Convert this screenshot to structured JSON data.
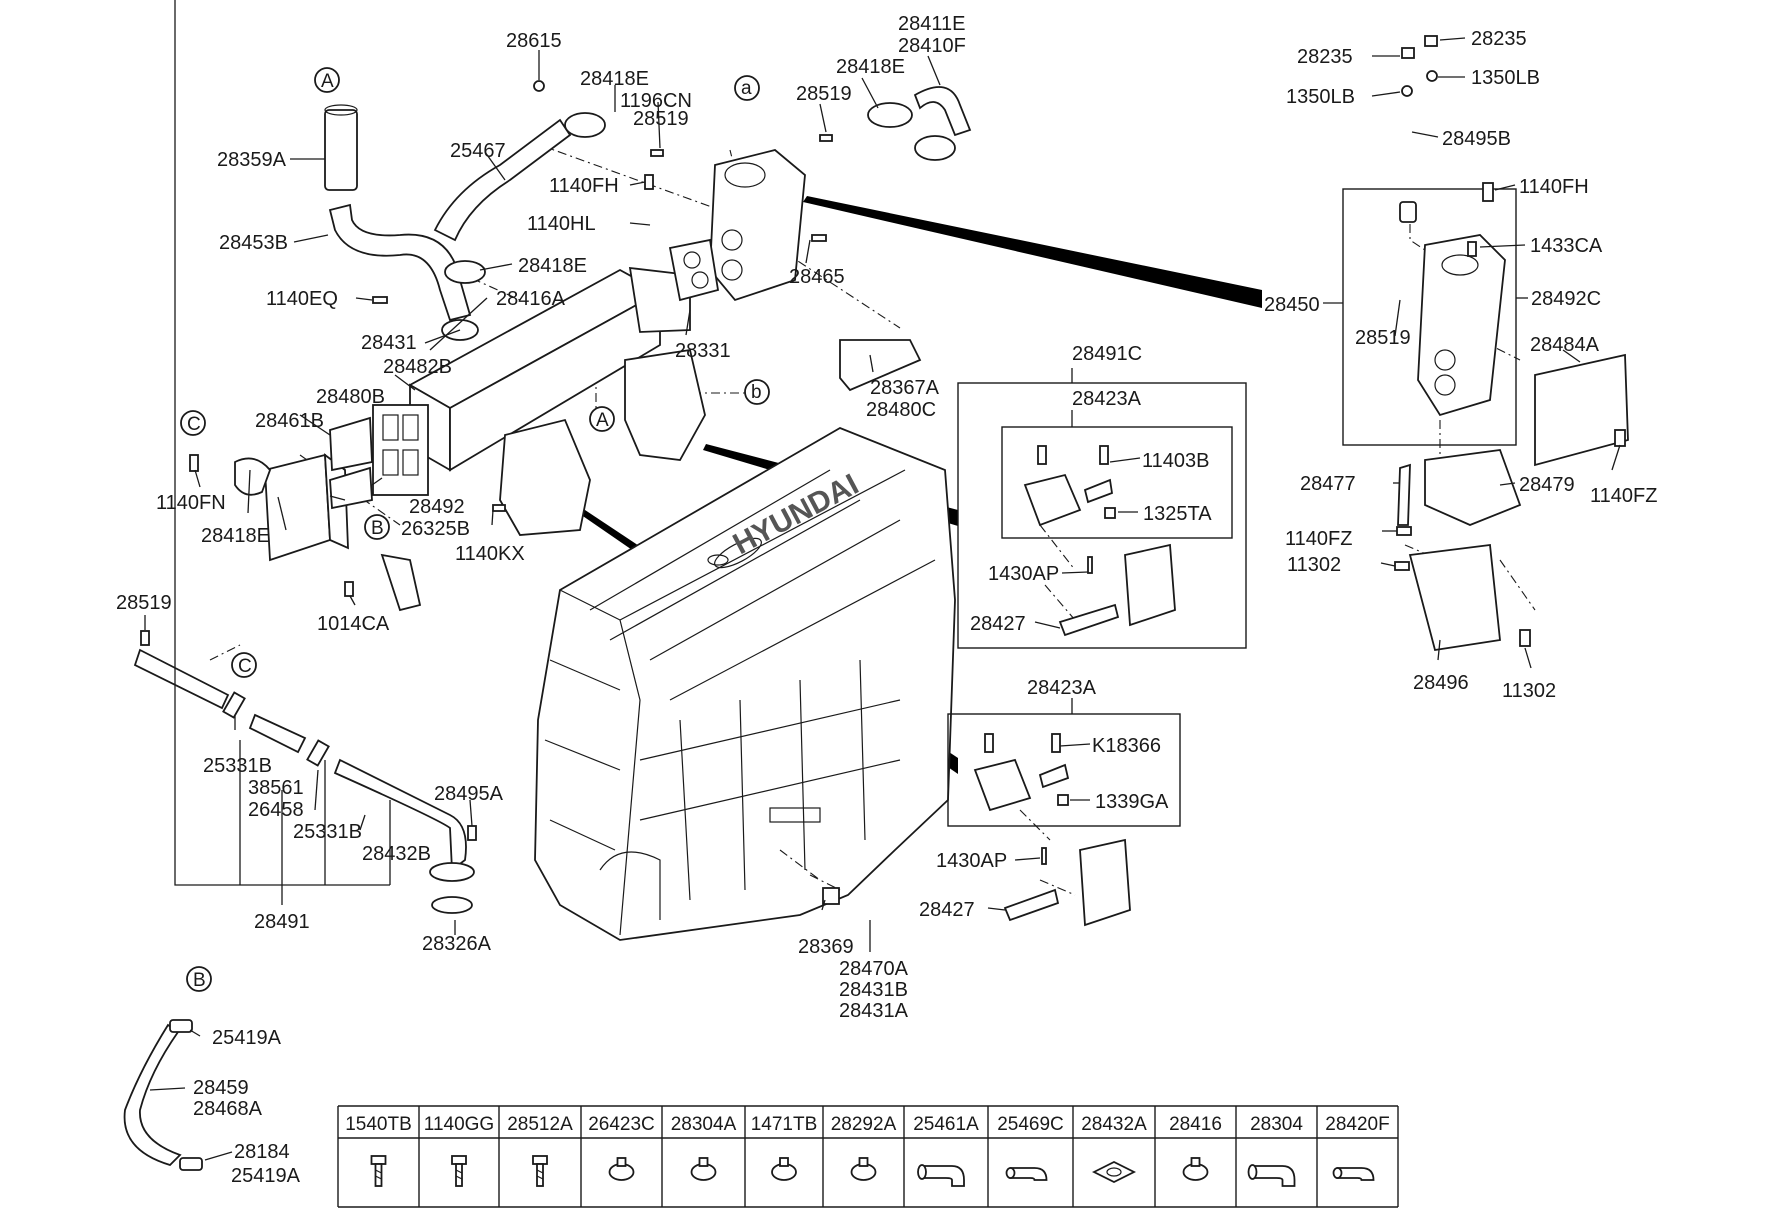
{
  "labels": {
    "l28615": "28615",
    "l28418E_a": "28418E",
    "l1196CN": "1196CN",
    "l28519_a": "28519",
    "l28411E": "28411E",
    "l28410F": "28410F",
    "l28418E_b": "28418E",
    "l28519_b": "28519",
    "l25467": "25467",
    "l28359A": "28359A",
    "l28453B": "28453B",
    "l1140FH_a": "1140FH",
    "l1140HL": "1140HL",
    "l28418E_c": "28418E",
    "l28465": "28465",
    "l1140EQ": "1140EQ",
    "l28416A": "28416A",
    "l28431": "28431",
    "l28482B": "28482B",
    "l28331": "28331",
    "l28367A": "28367A",
    "l28480C": "28480C",
    "l28480B": "28480B",
    "l28461B": "28461B",
    "l1140FN": "1140FN",
    "l28492": "28492",
    "l26325B": "26325B",
    "l28418E_d": "28418E",
    "l1140KX": "1140KX",
    "l1014CA": "1014CA",
    "l28519_c": "28519",
    "l25331B_a": "25331B",
    "l38561": "38561",
    "l26458": "26458",
    "l25331B_b": "25331B",
    "l28432B": "28432B",
    "l28495A": "28495A",
    "l28491": "28491",
    "l28326A": "28326A",
    "l28491C": "28491C",
    "l28423A_a": "28423A",
    "l11403B": "11403B",
    "l1325TA": "1325TA",
    "l1430AP_a": "1430AP",
    "l28427_a": "28427",
    "l28423A_b": "28423A",
    "lK18366": "K18366",
    "l1339GA": "1339GA",
    "l1430AP_b": "1430AP",
    "l28427_b": "28427",
    "l28369": "28369",
    "l28470A": "28470A",
    "l28431B": "28431B",
    "l28431A": "28431A",
    "l28235_a": "28235",
    "l28235_b": "28235",
    "l1350LB_a": "1350LB",
    "l1350LB_b": "1350LB",
    "l28495B": "28495B",
    "l1140FH_b": "1140FH",
    "l1433CA": "1433CA",
    "l28450": "28450",
    "l28492C": "28492C",
    "l28519_d": "28519",
    "l28484A": "28484A",
    "l28477": "28477",
    "l28479": "28479",
    "l1140FZ_a": "1140FZ",
    "l1140FZ_b": "1140FZ",
    "l11302_a": "11302",
    "l11302_b": "11302",
    "l28496": "28496",
    "l25419A_a": "25419A",
    "l28459": "28459",
    "l28468A": "28468A",
    "l28184": "28184",
    "l25419A_b": "25419A"
  },
  "callouts": {
    "A1": "A",
    "A2": "A",
    "B1": "B",
    "B2": "B",
    "C1": "C",
    "C2": "C",
    "a1": "a",
    "b1": "b"
  },
  "engine_logo": "HYUNDAI",
  "parts_table": {
    "headers": [
      "1540TB",
      "1140GG",
      "28512A",
      "26423C",
      "28304A",
      "1471TB",
      "28292A",
      "25461A",
      "25469C",
      "28432A",
      "28416",
      "28304",
      "28420F"
    ],
    "icons": [
      "flange-bolt-icon",
      "hex-bolt-icon",
      "stud-bolt-icon",
      "hose-clamp-icon",
      "hose-clamp-icon",
      "hose-clamp-icon",
      "hose-clamp-icon",
      "pipe-elbow-icon",
      "hose-icon",
      "gasket-icon",
      "hose-clamp-icon",
      "pipe-elbow-icon",
      "hose-icon"
    ]
  }
}
